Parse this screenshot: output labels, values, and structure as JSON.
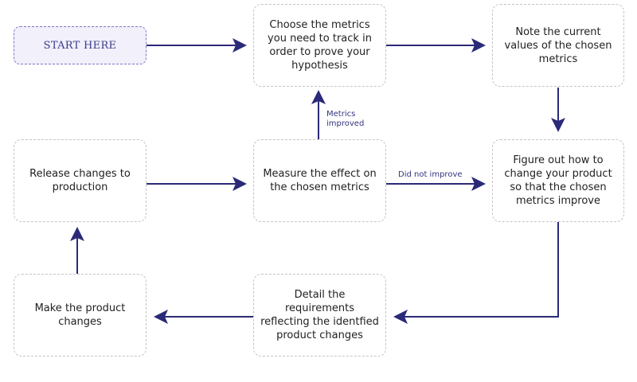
{
  "start_label": "START HERE",
  "steps": {
    "choose_metrics": "Choose the metrics you need to track in order to prove your hypothesis",
    "note_values": "Note the current values of the chosen metrics",
    "figure_out": "Figure out how to change your product so that the chosen metrics improve",
    "measure_effect": "Measure the effect on the chosen metrics",
    "release_changes": "Release changes to production",
    "detail_requirements": "Detail the requirements reflecting the identfied product changes",
    "make_changes": "Make the product changes"
  },
  "edge_labels": {
    "metrics_improved": "Metrics improved",
    "did_not_improve": "Did not improve"
  },
  "colors": {
    "arrow": "#2b2a78",
    "start_border": "#7b78c4",
    "start_fill": "#f1f0fb",
    "box_border": "#c4c4c4"
  }
}
